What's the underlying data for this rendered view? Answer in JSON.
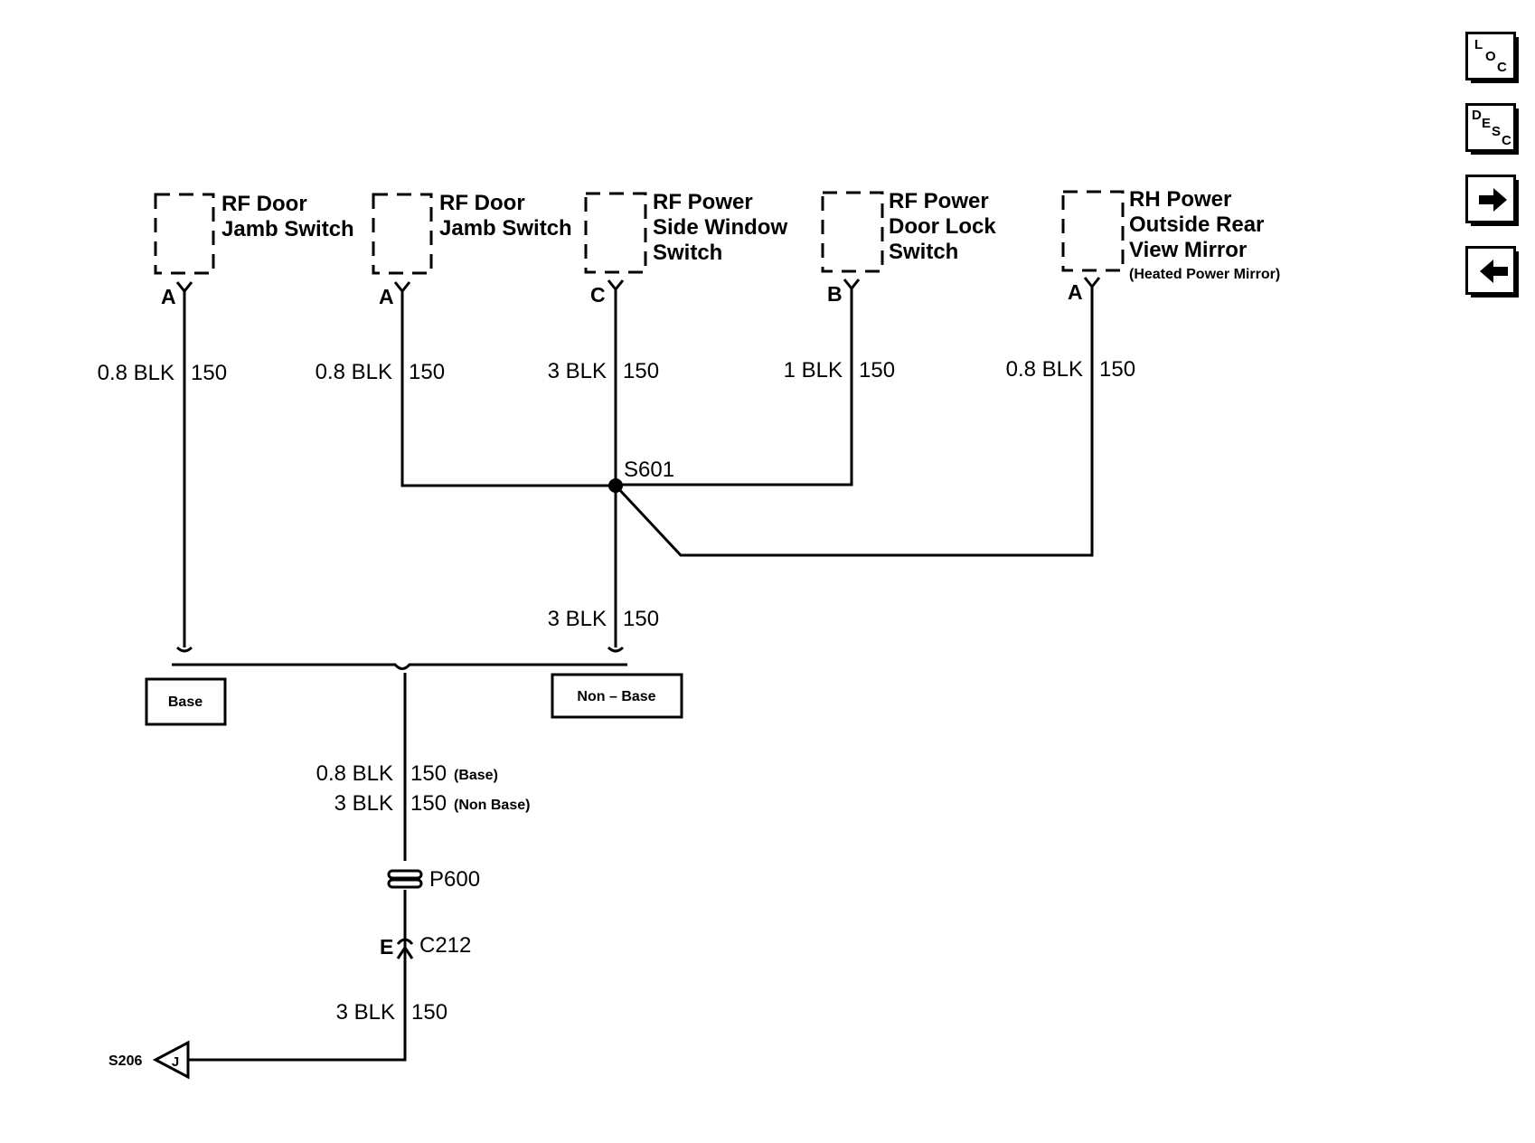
{
  "components": [
    {
      "name": [
        "RF Door",
        "Jamb Switch"
      ],
      "pin": "A",
      "wire_gauge": "0.8 BLK",
      "circuit": "150"
    },
    {
      "name": [
        "RF Door",
        "Jamb Switch"
      ],
      "pin": "A",
      "wire_gauge": "0.8 BLK",
      "circuit": "150"
    },
    {
      "name": [
        "RF Power",
        "Side Window",
        "Switch"
      ],
      "pin": "C",
      "wire_gauge": "3 BLK",
      "circuit": "150"
    },
    {
      "name": [
        "RF Power",
        "Door Lock",
        "Switch"
      ],
      "pin": "B",
      "wire_gauge": "1 BLK",
      "circuit": "150"
    },
    {
      "name": [
        "RH Power",
        "Outside Rear",
        "View Mirror"
      ],
      "note": "(Heated Power Mirror)",
      "pin": "A",
      "wire_gauge": "0.8 BLK",
      "circuit": "150"
    }
  ],
  "splice": {
    "label": "S601",
    "wire_gauge": "3 BLK",
    "circuit": "150"
  },
  "options": {
    "base": "Base",
    "non_base": "Non – Base"
  },
  "harness": {
    "base_wire": "0.8 BLK",
    "base_circuit": "150",
    "base_note": "(Base)",
    "nonbase_wire": "3 BLK",
    "nonbase_circuit": "150",
    "nonbase_note": "(Non Base)"
  },
  "pass_through": {
    "label": "P600"
  },
  "connector": {
    "label": "C212",
    "pin": "E"
  },
  "ground_wire": {
    "wire_gauge": "3 BLK",
    "circuit": "150"
  },
  "ground": {
    "label": "S206",
    "letter": "J"
  },
  "nav": {
    "loc": [
      "L",
      "O",
      "C"
    ],
    "desc": [
      "D",
      "E",
      "S",
      "C"
    ],
    "forward_icon": "arrow-right-icon",
    "back_icon": "arrow-left-icon"
  }
}
